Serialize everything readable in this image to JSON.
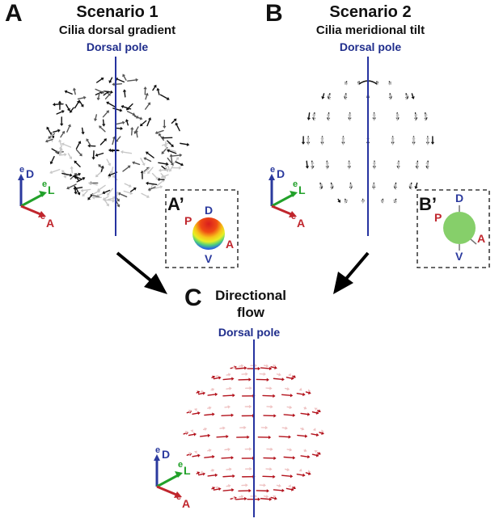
{
  "panels": {
    "a": {
      "letter": "A",
      "title": "Scenario 1",
      "subtitle": "Cilia dorsal gradient",
      "pole": "Dorsal pole",
      "inset": {
        "letter": "A’",
        "d": "D",
        "v": "V",
        "p": "P",
        "a": "A"
      }
    },
    "b": {
      "letter": "B",
      "title": "Scenario 2",
      "subtitle": "Cilia meridional tilt",
      "pole": "Dorsal pole",
      "inset": {
        "letter": "B’",
        "d": "D",
        "v": "V",
        "p": "P",
        "a": "A"
      }
    },
    "c": {
      "letter": "C",
      "title_line1": "Directional",
      "title_line2": "flow",
      "pole": "Dorsal pole"
    }
  },
  "axes": {
    "d_base": "e",
    "d_sub": "D",
    "l_base": "e",
    "l_sub": "L",
    "a_base": "e",
    "a_sub": "A"
  },
  "colors": {
    "pole_axis": "#2633a0",
    "ed": "#2b3a9e",
    "el": "#22a12a",
    "ea": "#c0262d",
    "arrows_ab": "#111111",
    "arrows_c": "#b3121c",
    "inset_b_sphere": "#86cf6a"
  }
}
